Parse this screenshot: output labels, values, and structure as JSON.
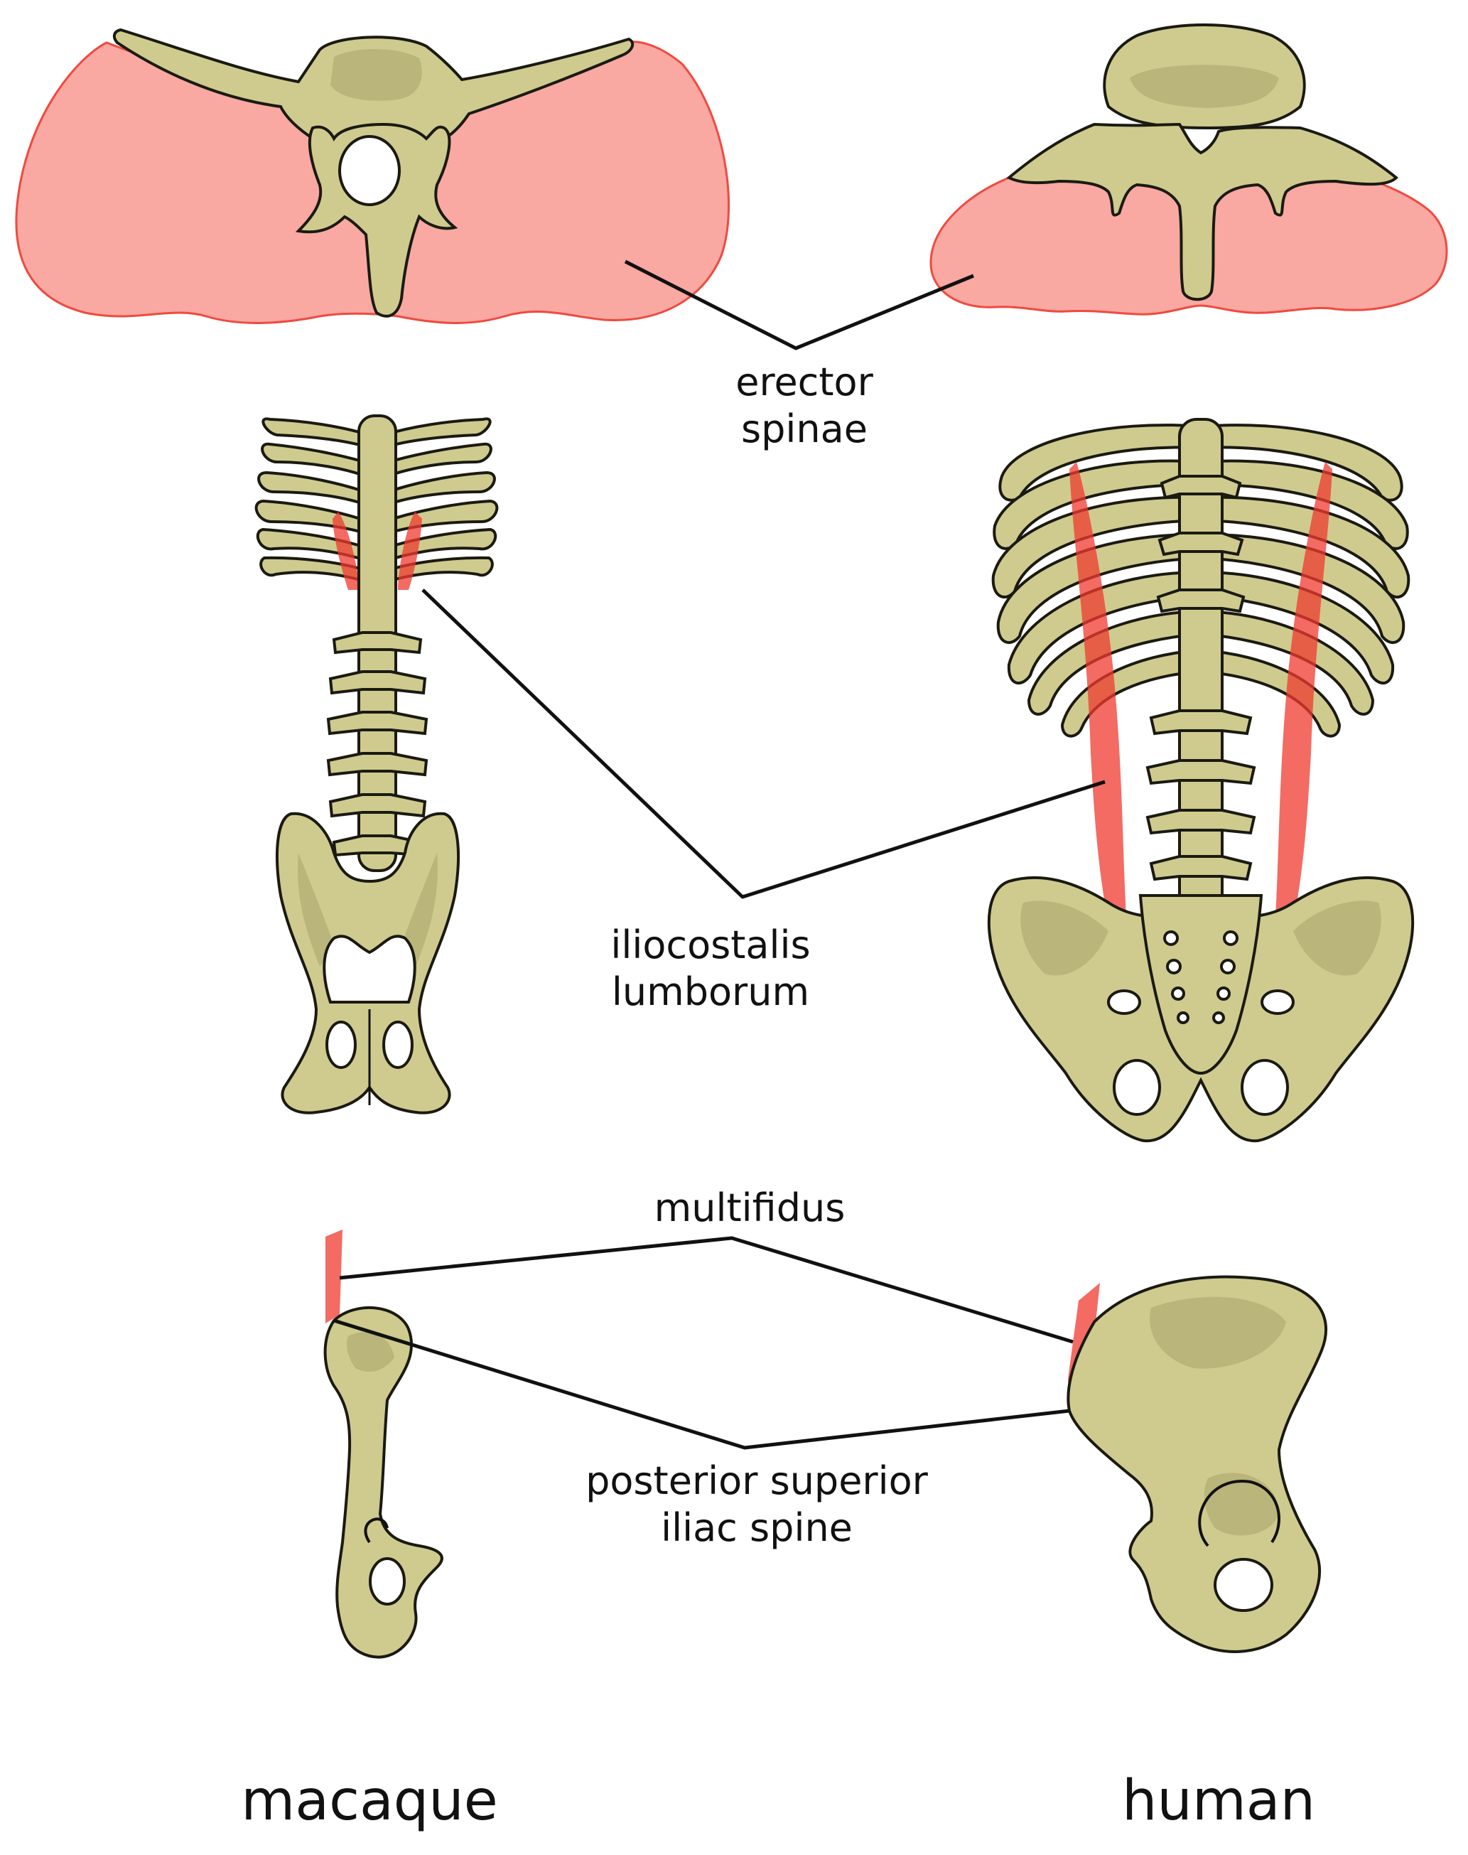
{
  "labels": {
    "erector_line1": "erector",
    "erector_line2": "spinae",
    "iliocostalis_line1": "iliocostalis",
    "iliocostalis_line2": "lumborum",
    "multifidus": "multifidus",
    "psis_line1": "posterior superior",
    "psis_line2": "iliac spine"
  },
  "species": {
    "left": "macaque",
    "right": "human"
  },
  "colors": {
    "bone": "#cfcb8e",
    "muscle_fill": "#f9a8a2",
    "muscle_strap": "#ef3a2f",
    "outline": "#1a1a12"
  }
}
